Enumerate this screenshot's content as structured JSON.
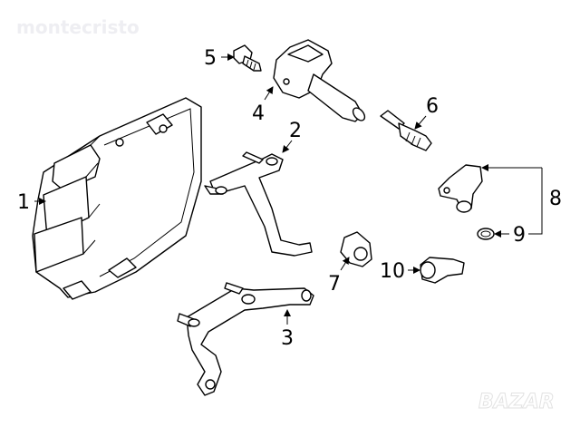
{
  "watermarks": {
    "top_left": "montecristo",
    "bottom_right": "BAZAR"
  },
  "callouts": [
    {
      "id": "1",
      "part": "engine-control-module"
    },
    {
      "id": "2",
      "part": "bracket"
    },
    {
      "id": "3",
      "part": "bracket"
    },
    {
      "id": "4",
      "part": "ignition-coil"
    },
    {
      "id": "5",
      "part": "bolt"
    },
    {
      "id": "6",
      "part": "spark-plug"
    },
    {
      "id": "7",
      "part": "sensor"
    },
    {
      "id": "8",
      "part": "camshaft-sensor"
    },
    {
      "id": "9",
      "part": "o-ring"
    },
    {
      "id": "10",
      "part": "knock-sensor"
    }
  ]
}
